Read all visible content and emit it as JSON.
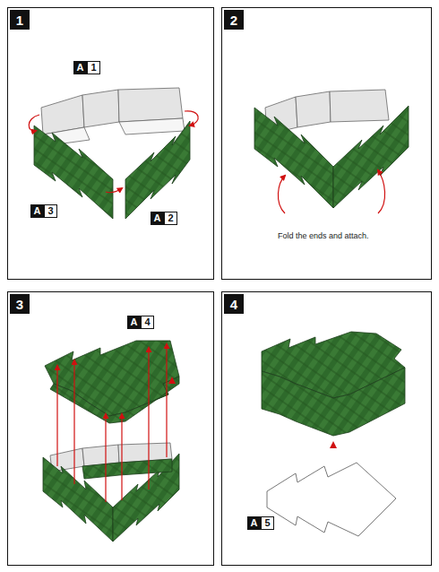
{
  "diagram": {
    "labels": [
      "1",
      "A",
      "1",
      "A",
      "3",
      "A",
      "2",
      "2",
      "Fold the ends and attach.",
      "3",
      "A",
      "4",
      "4",
      "A",
      "5"
    ]
  }
}
